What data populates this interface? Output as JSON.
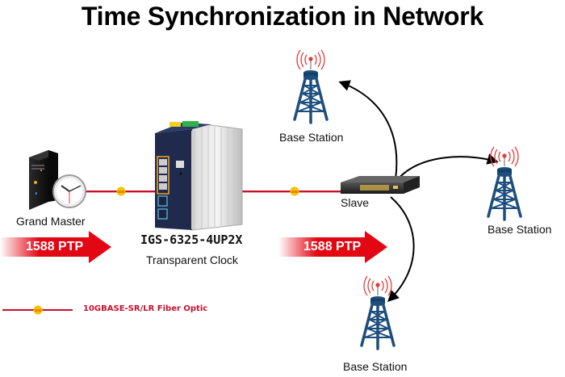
{
  "title": "Time Synchronization in Network",
  "nodes": {
    "grand_master": {
      "label": "Grand Master"
    },
    "transparent_clock": {
      "model": "IGS-6325-4UP2X",
      "label": "Transparent Clock"
    },
    "slave": {
      "label": "Slave"
    },
    "base_station_top": {
      "label": "Base Station"
    },
    "base_station_right": {
      "label": "Base Station"
    },
    "base_station_bottom": {
      "label": "Base Station"
    }
  },
  "arrows": [
    {
      "label": "1588 PTP"
    },
    {
      "label": "1588 PTP"
    }
  ],
  "link_badge": "10G",
  "legend": {
    "label": "10GBASE-SR/LR Fiber Optic",
    "badge": "10G"
  },
  "colors": {
    "fiber": "#c8102e",
    "arrow": "#e30613",
    "badge": "#f5c400",
    "tower": "#1d4e7e",
    "signal": "#e23a3a",
    "switch_body": "#1f2a4d"
  }
}
